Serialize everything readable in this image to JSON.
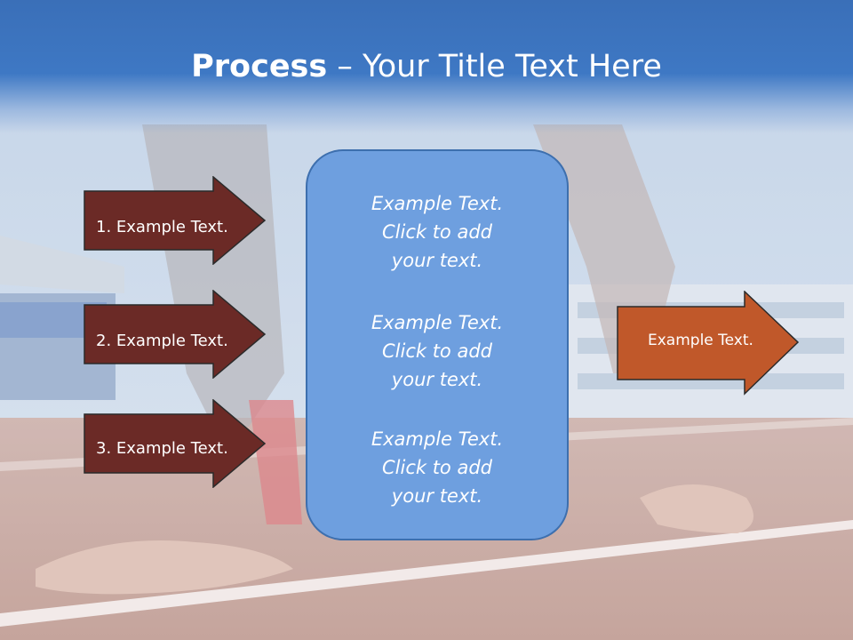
{
  "slide": {
    "title_bold": "Process",
    "title_rest": " – Your Title Text Here",
    "background_image": "athlete-starting-blocks-on-running-track",
    "colors": {
      "title_bar": "#3e78c4",
      "left_arrows": "#6b2a26",
      "right_arrow": "#c0582a",
      "center_box": "#6e9fdf"
    }
  },
  "left_arrows": [
    {
      "label": "1. Example Text."
    },
    {
      "label": "2. Example Text."
    },
    {
      "label": "3. Example Text."
    }
  ],
  "center_box": {
    "items": [
      "Example Text.\nClick  to add\nyour text.",
      "Example Text.\nClick  to add\nyour text.",
      "Example Text.\nClick  to add\nyour text."
    ]
  },
  "right_arrow": {
    "label": "Example Text."
  }
}
